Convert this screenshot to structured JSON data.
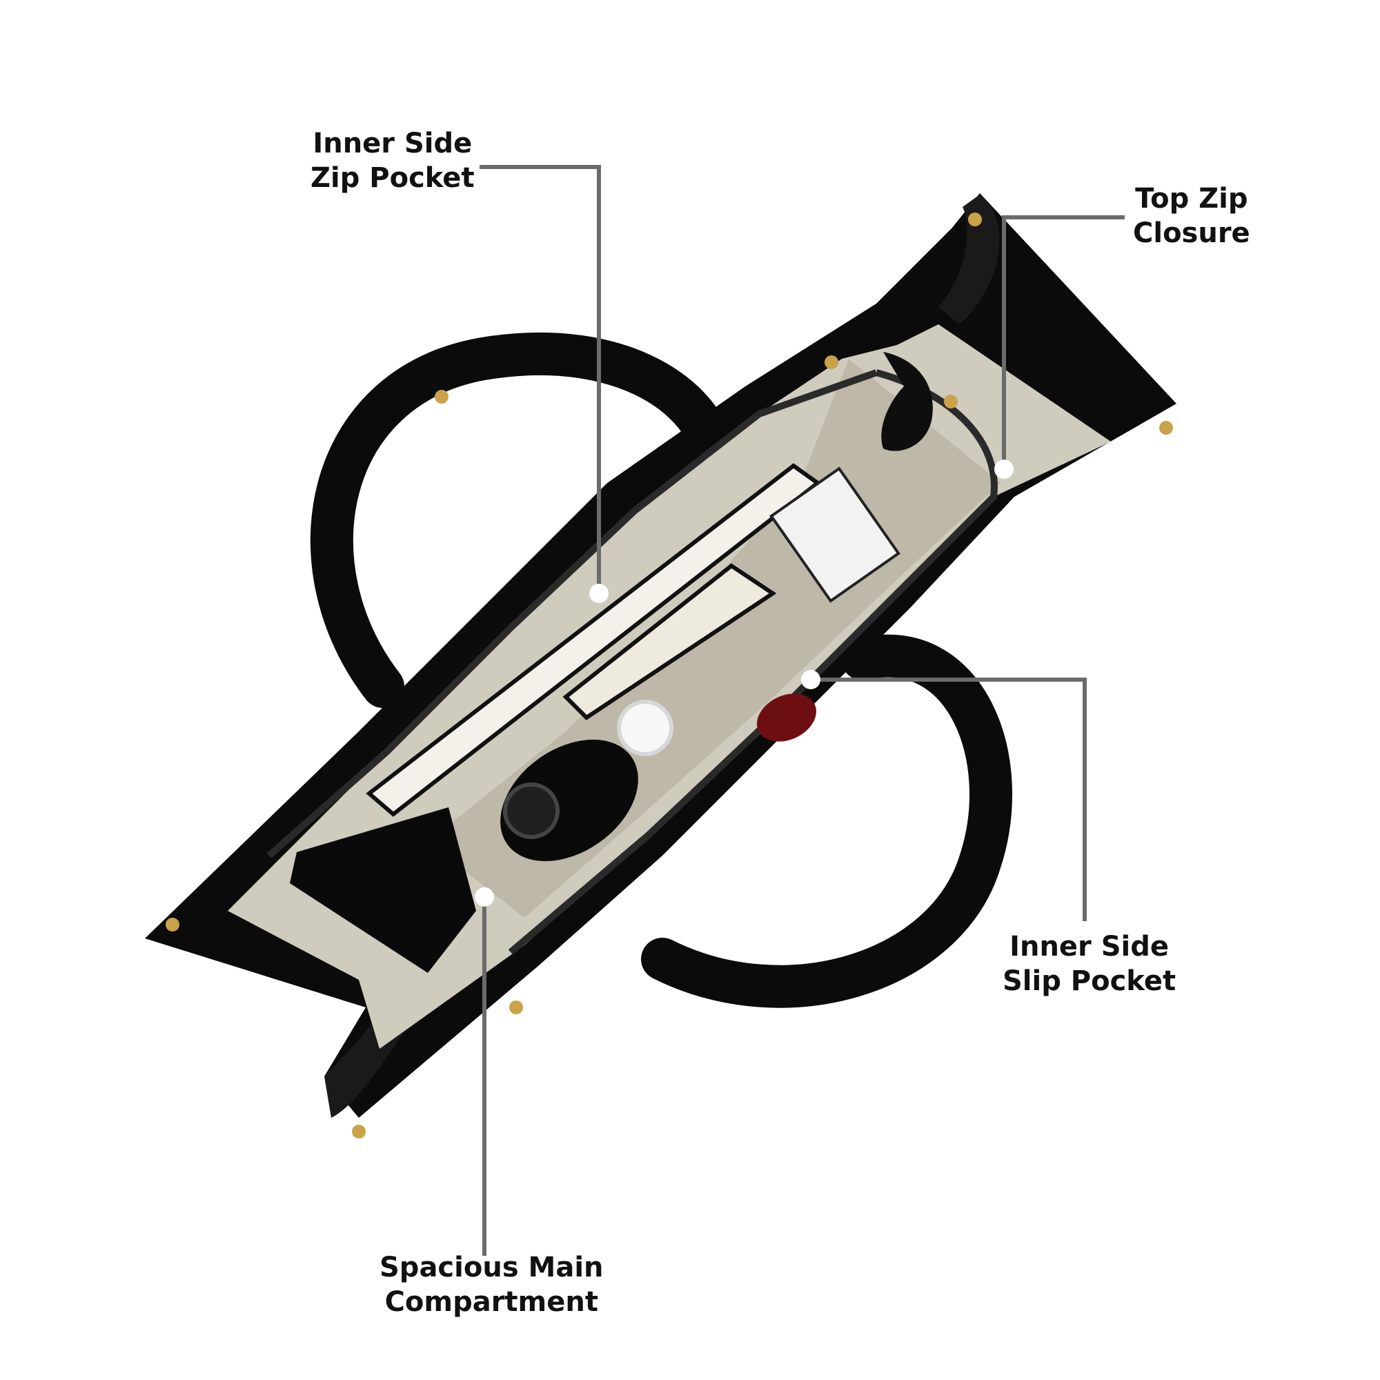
{
  "image": {
    "subject": "black structured tote handbag, top-down view, interior with items",
    "colors": {
      "leather": "#0b0b0b",
      "lining": "#cfcbbd",
      "hardware": "#c9a24a",
      "leader_line": "#6b6b6b",
      "label_text": "#111111"
    }
  },
  "callouts": [
    {
      "id": "inner-side-zip-pocket",
      "lines": [
        "Inner Side",
        "Zip Pocket"
      ]
    },
    {
      "id": "top-zip-closure",
      "lines": [
        "Top Zip",
        "Closure"
      ]
    },
    {
      "id": "inner-side-slip-pocket",
      "lines": [
        "Inner Side",
        "Slip Pocket"
      ]
    },
    {
      "id": "spacious-main-compartment",
      "lines": [
        "Spacious Main",
        "Compartment"
      ]
    }
  ]
}
